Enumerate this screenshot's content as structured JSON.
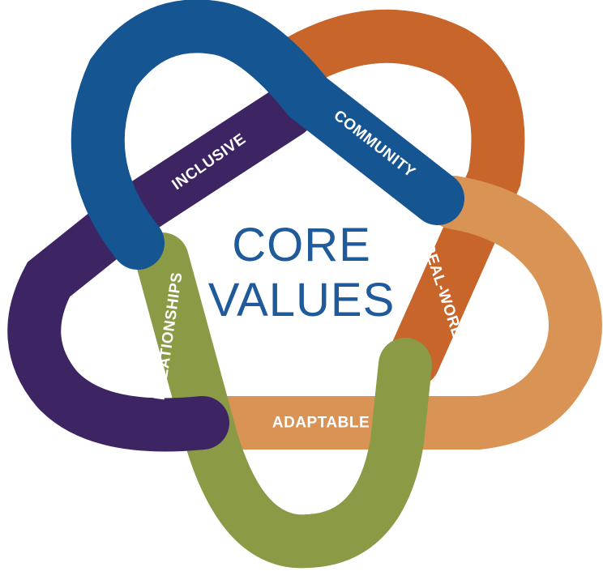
{
  "title": {
    "line1": "CORE",
    "line2": "VALUES",
    "color": "#1f5a9a"
  },
  "values": [
    {
      "id": "community",
      "label": "COMMUNITY",
      "color": "#155592"
    },
    {
      "id": "real_world",
      "label": "REAL-WORLD",
      "color": "#c7652a"
    },
    {
      "id": "adaptable",
      "label": "ADAPTABLE",
      "color": "#d99455"
    },
    {
      "id": "relationships",
      "label": "RELATIONSHIPS",
      "color": "#8a9a45"
    },
    {
      "id": "inclusive",
      "label": "INCLUSIVE",
      "color": "#3d2563"
    }
  ]
}
